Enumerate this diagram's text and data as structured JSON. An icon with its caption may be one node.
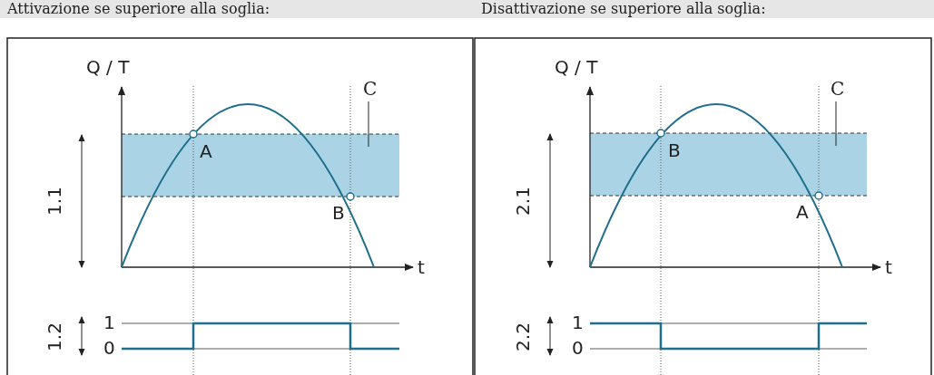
{
  "diagram": {
    "nodes": [
      {
        "text": [
          "C"
        ]
      },
      {
        "text": [],
        "shape": "box"
      },
      {
        "text": [
          "C"
        ]
      },
      {
        "text": [],
        "shape": "box"
      }
    ],
    "edges": [
      {
        "from": 0,
        "to": 1,
        "arrow": "none"
      },
      {
        "from": 2,
        "to": 3,
        "arrow": "none"
      }
    ],
    "labels": [
      "Attivazione se superiore alla soglia:",
      "Disattivazione se superiore alla soglia:",
      "Q / T",
      "A",
      "1.1",
      "B",
      "t",
      "1.2",
      "1",
      "0",
      "Q / T",
      "B",
      "2.1",
      "A",
      "t",
      "2.2",
      "1",
      "0"
    ]
  }
}
